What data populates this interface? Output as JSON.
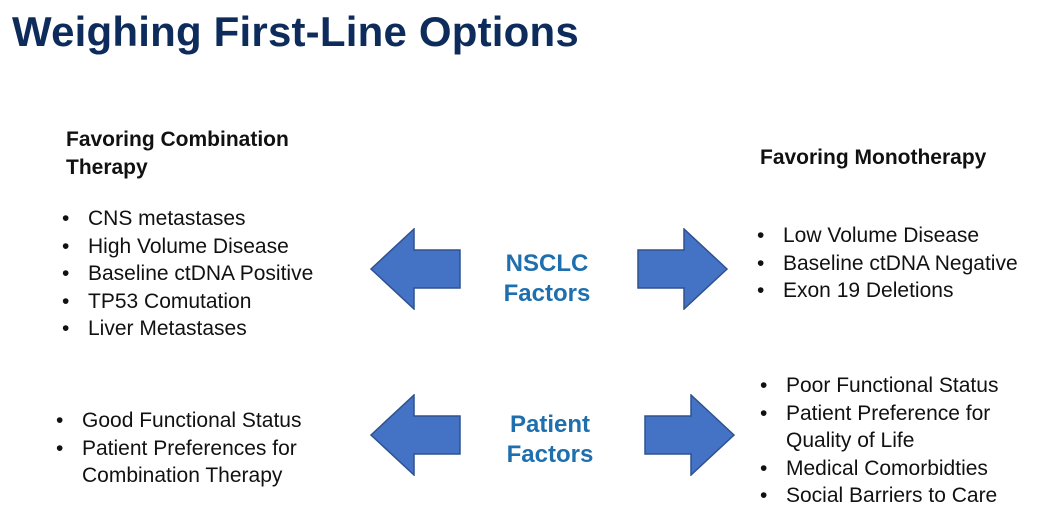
{
  "title": "Weighing First-Line Options",
  "left_heading": "Favoring Combination Therapy",
  "right_heading": "Favoring Monotherapy",
  "bullet_glyph": "•",
  "colors": {
    "title": "#0d2c5c",
    "factor_label": "#1f6fae",
    "arrow_fill": "#4472c4",
    "arrow_stroke": "#2f528f"
  },
  "nsclc": {
    "label_line1": "NSCLC",
    "label_line2": "Factors",
    "left_items": [
      "CNS metastases",
      "High Volume Disease",
      "Baseline ctDNA Positive",
      "TP53 Comutation",
      "Liver Metastases"
    ],
    "right_items": [
      "Low Volume Disease",
      "Baseline ctDNA Negative",
      "Exon 19 Deletions"
    ]
  },
  "patient": {
    "label_line1": "Patient",
    "label_line2": "Factors",
    "left_items": [
      "Good Functional Status",
      "Patient Preferences for Combination Therapy"
    ],
    "right_items": [
      "Poor Functional Status",
      "Patient Preference for Quality of Life",
      "Medical Comorbidties",
      "Social Barriers to Care"
    ]
  }
}
